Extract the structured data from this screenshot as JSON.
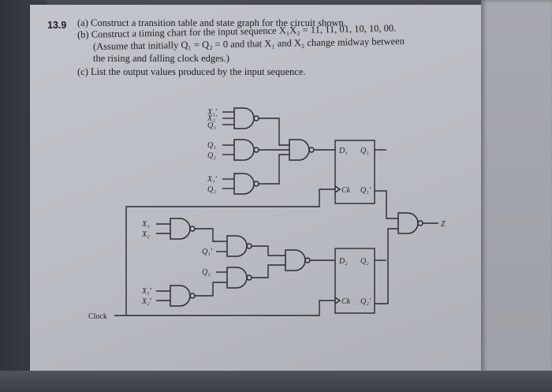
{
  "problem": {
    "number": "13.9",
    "part_a": "(a) Construct a transition table and state graph for the circuit shown.",
    "part_b_line1": "(b) Construct a timing chart for the input sequence X₁X₂ = 11, 11, 01, 10, 10, 00.",
    "part_b_line2": "(Assume that initially Q₁ = Q₂ = 0 and that X₁ and X₂ change midway between",
    "part_b_line3": "the rising and falling clock edges.)",
    "part_c": "(c) List the output values produced by the input sequence."
  },
  "circuit": {
    "input_labels": {
      "g1_in1": "X₁'",
      "g1_in2": "X₂'",
      "g1_in3": "Q₁",
      "g2_in1": "Q₁",
      "g2_in2": "Q₂",
      "g3_in1": "X₁'",
      "g3_in2": "Q₂",
      "g5_in1": "X₁",
      "g5_in2": "X₂",
      "g7_in1": "Q₁'",
      "g8_in1": "Q₂",
      "g6_in1": "X₁'",
      "g6_in2": "X₂'"
    },
    "ff1": {
      "d": "D₁",
      "q": "Q₁",
      "ck": "Ck",
      "qbar": "Q₁'"
    },
    "ff2": {
      "d": "D₂",
      "q": "Q₂",
      "ck": "Ck",
      "qbar": "Q₂'"
    },
    "clock_label": "Clock",
    "output_label": "Z"
  }
}
